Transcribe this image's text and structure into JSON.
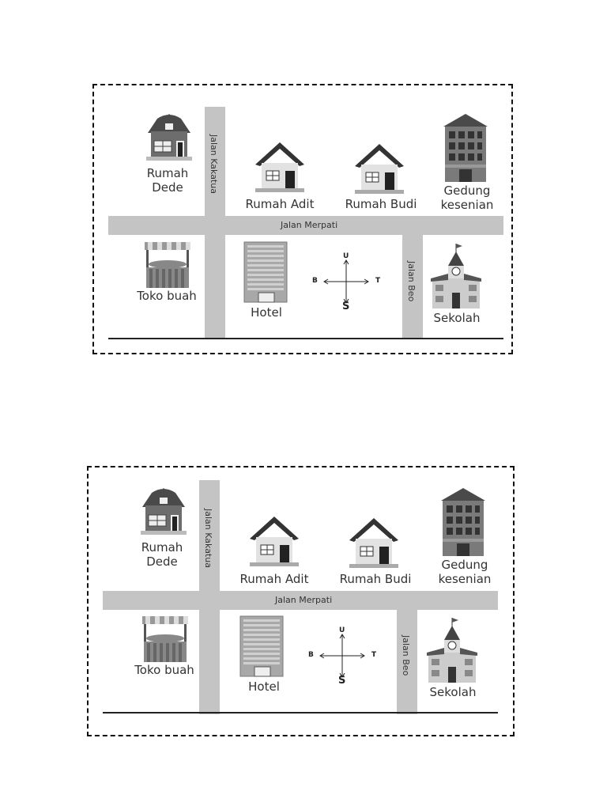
{
  "maps": [
    {
      "roads": {
        "horizontal": "Jalan Merpati",
        "vertical_left": "Jalan Kakatua",
        "vertical_right": "Jalan Beo"
      },
      "places": {
        "rumah_dede": [
          "Rumah",
          "Dede"
        ],
        "rumah_adit": "Rumah Adit",
        "rumah_budi": "Rumah Budi",
        "gedung_kesenian": [
          "Gedung",
          "kesenian"
        ],
        "toko_buah": "Toko buah",
        "hotel": "Hotel",
        "sekolah": "Sekolah"
      },
      "compass": {
        "north": "U",
        "south": "S",
        "west": "B",
        "east": "T"
      }
    },
    {
      "roads": {
        "horizontal": "Jalan Merpati",
        "vertical_left": "Jalan Kakatua",
        "vertical_right": "Jalan Beo"
      },
      "places": {
        "rumah_dede": [
          "Rumah",
          "Dede"
        ],
        "rumah_adit": "Rumah Adit",
        "rumah_budi": "Rumah Budi",
        "gedung_kesenian": [
          "Gedung",
          "kesenian"
        ],
        "toko_buah": "Toko buah",
        "hotel": "Hotel",
        "sekolah": "Sekolah"
      },
      "compass": {
        "north": "U",
        "south": "S",
        "west": "B",
        "east": "T"
      }
    }
  ]
}
